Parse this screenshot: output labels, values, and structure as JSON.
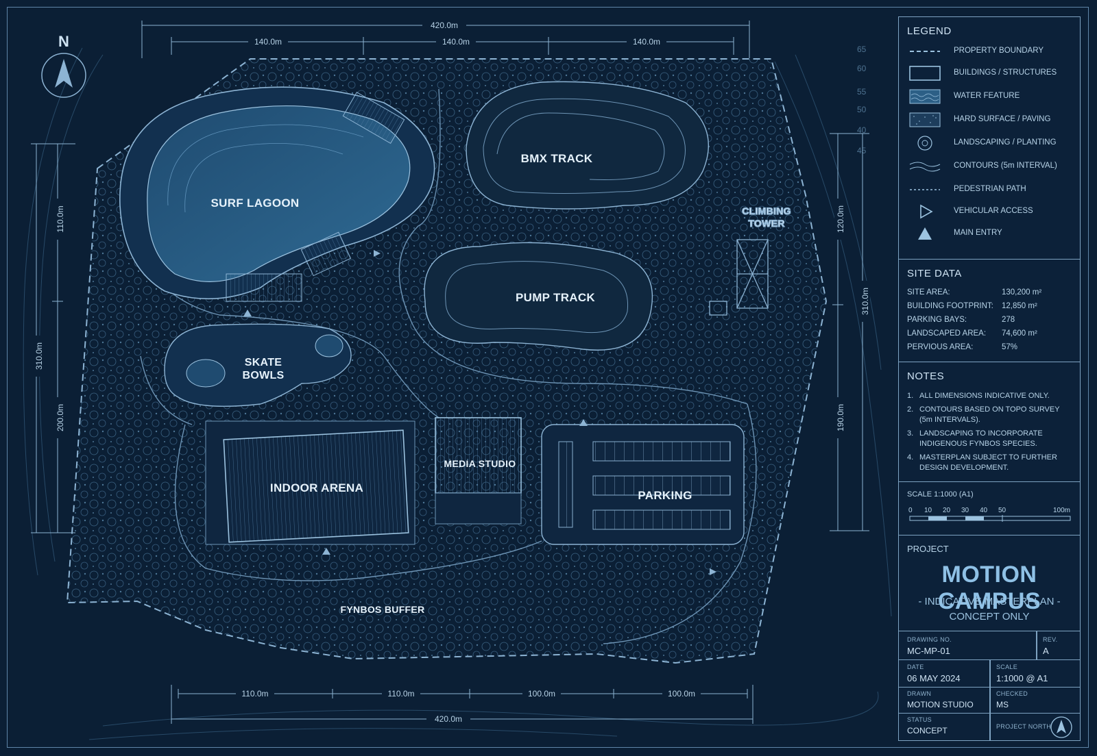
{
  "site_labels": {
    "surf_lagoon": "SURF LAGOON",
    "bmx_track": "BMX TRACK",
    "climbing_tower_1": "CLIMBING",
    "climbing_tower_2": "TOWER",
    "pump_track": "PUMP TRACK",
    "skate_bowls_1": "SKATE",
    "skate_bowls_2": "BOWLS",
    "indoor_arena": "INDOOR ARENA",
    "media_studio": "MEDIA STUDIO",
    "parking": "PARKING",
    "fynbos_buffer": "FYNBOS BUFFER"
  },
  "north_label": "N",
  "dimensions": {
    "top_total": "420.0m",
    "top_segments": [
      "140.0m",
      "140.0m",
      "140.0m"
    ],
    "bottom_total": "420.0m",
    "bottom_segments": [
      "110.0m",
      "110.0m",
      "100.0m",
      "100.0m"
    ],
    "left_total": "310.0m",
    "left_segments": [
      "110.0m",
      "200.0m"
    ],
    "right_total": "310.0m",
    "right_segments": [
      "120.0m",
      "190.0m"
    ]
  },
  "contour_labels": [
    "65",
    "60",
    "55",
    "50",
    "40",
    "45"
  ],
  "legend": {
    "title": "LEGEND",
    "items": [
      {
        "label": "PROPERTY BOUNDARY",
        "icon": "dashed-line"
      },
      {
        "label": "BUILDINGS / STRUCTURES",
        "icon": "rectangle"
      },
      {
        "label": "WATER FEATURE",
        "icon": "wave-rect"
      },
      {
        "label": "HARD SURFACE / PAVING",
        "icon": "stipple-rect"
      },
      {
        "label": "LANDSCAPING / PLANTING",
        "icon": "tree"
      },
      {
        "label": "CONTOURS (5m INTERVAL)",
        "icon": "contour-lines"
      },
      {
        "label": "PEDESTRIAN PATH",
        "icon": "dotted-line"
      },
      {
        "label": "VEHICULAR ACCESS",
        "icon": "triangle-right"
      },
      {
        "label": "MAIN ENTRY",
        "icon": "triangle-up"
      }
    ]
  },
  "site_data": {
    "title": "SITE DATA",
    "rows": [
      {
        "k": "SITE AREA:",
        "v": "130,200 m²"
      },
      {
        "k": "BUILDING FOOTPRINT:",
        "v": "12,850 m²"
      },
      {
        "k": "PARKING BAYS:",
        "v": "278"
      },
      {
        "k": "LANDSCAPED AREA:",
        "v": "74,600 m²"
      },
      {
        "k": "PERVIOUS AREA:",
        "v": "57%"
      }
    ]
  },
  "notes": {
    "title": "NOTES",
    "items": [
      {
        "n": "1.",
        "t": "ALL DIMENSIONS INDICATIVE ONLY."
      },
      {
        "n": "2.",
        "t": "CONTOURS BASED ON TOPO SURVEY (5m INTERVALS)."
      },
      {
        "n": "3.",
        "t": "LANDSCAPING TO INCORPORATE INDIGENOUS FYNBOS SPECIES."
      },
      {
        "n": "4.",
        "t": "MASTERPLAN SUBJECT TO FURTHER DESIGN DEVELOPMENT."
      }
    ]
  },
  "scale_bar": {
    "title": "SCALE 1:1000 (A1)",
    "ticks": [
      "0",
      "10",
      "20",
      "30",
      "40",
      "50",
      "100m"
    ]
  },
  "project": {
    "label": "PROJECT",
    "name": "MOTION CAMPUS",
    "subtitle_1": "- INDICATIVE MASTERPLAN -",
    "subtitle_2": "CONCEPT ONLY"
  },
  "title_block": {
    "drawing_no_label": "DRAWING NO.",
    "drawing_no": "MC-MP-01",
    "rev_label": "REV.",
    "rev": "A",
    "date_label": "DATE",
    "date": "06 MAY 2024",
    "scale_label": "SCALE",
    "scale": "1:1000 @ A1",
    "drawn_label": "DRAWN",
    "drawn": "MOTION STUDIO",
    "checked_label": "CHECKED",
    "checked": "MS",
    "status_label": "STATUS",
    "status": "CONCEPT",
    "north_label": "PROJECT NORTH"
  },
  "colors": {
    "background": "#0b1f35",
    "line": "#7ea3c2",
    "water": "#2c5f86",
    "text": "#e6f2fb"
  }
}
